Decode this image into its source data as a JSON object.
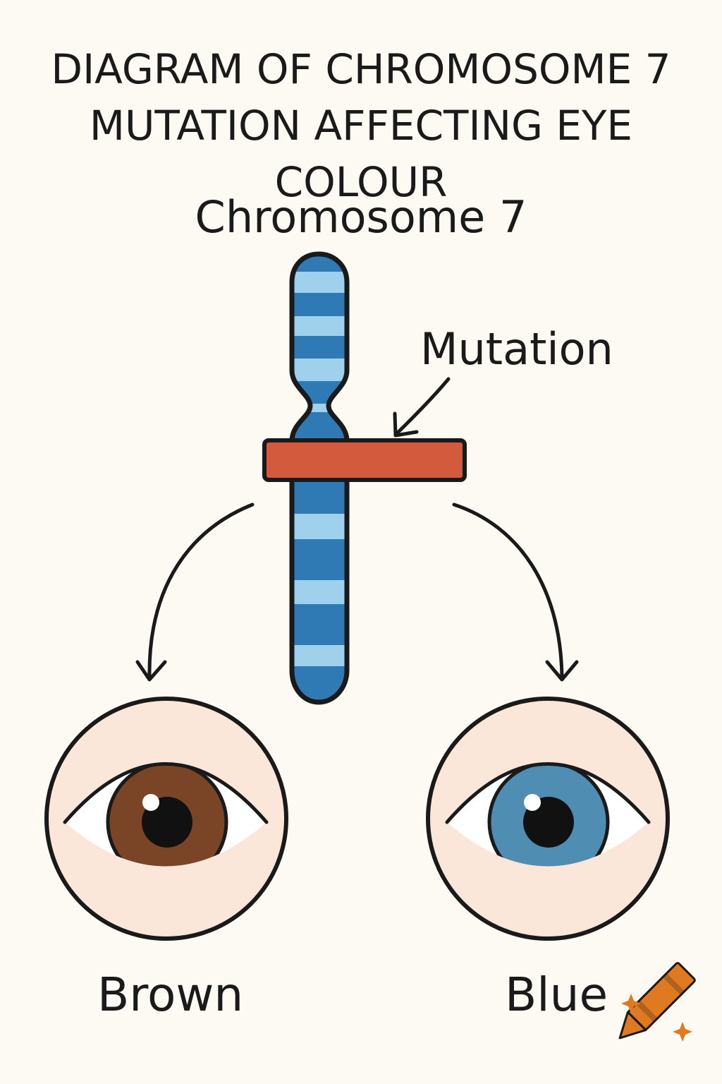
{
  "title": {
    "line1": "DIAGRAM OF CHROMOSOME 7",
    "line2": "MUTATION AFFECTING EYE COLOUR"
  },
  "chromosome": {
    "label": "Chromosome 7",
    "dark_color": "#2f7ab5",
    "light_color": "#9fd0ec",
    "outline_color": "#1a1a1a"
  },
  "mutation": {
    "label": "Mutation",
    "color": "#d35a3c"
  },
  "eyes": {
    "left": {
      "label": "Brown",
      "iris_color": "#7a4426"
    },
    "right": {
      "label": "Blue",
      "iris_color": "#4f8db3"
    },
    "skin_color": "#fbe6da",
    "white_color": "#ffffff"
  },
  "icons": {
    "logo": "crayon-icon",
    "logo_color": "#e07a20"
  }
}
